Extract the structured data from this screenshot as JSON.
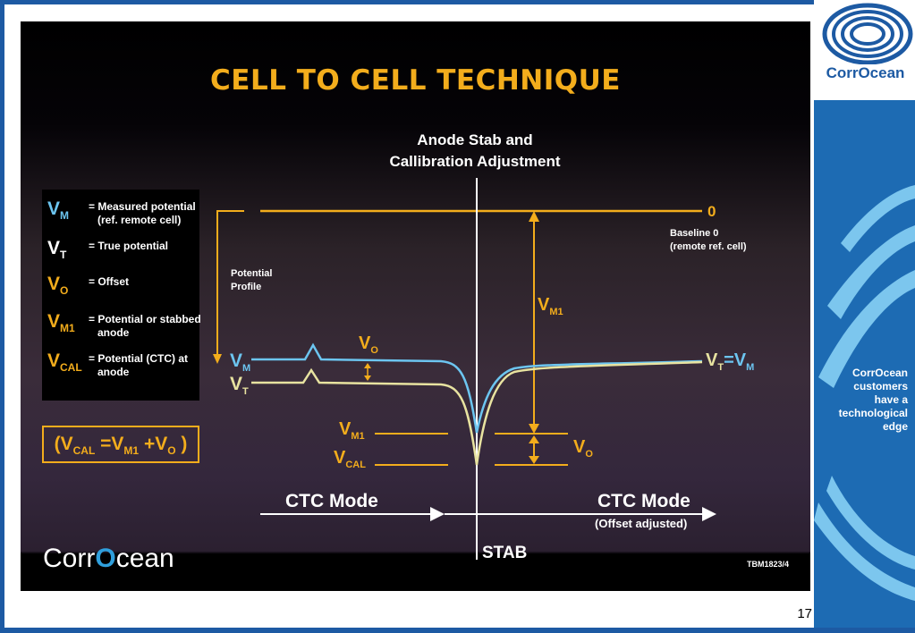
{
  "slide": {
    "title": "CELL TO CELL TECHNIQUE",
    "legend": [
      {
        "sym": "V",
        "sub": "M",
        "color": "#6cc5f0",
        "desc": "= Measured potential\n   (ref. remote cell)"
      },
      {
        "sym": "V",
        "sub": "T",
        "color": "#ffffff",
        "desc": "= True potential"
      },
      {
        "sym": "V",
        "sub": "O",
        "color": "#f3ad1c",
        "desc": "= Offset"
      },
      {
        "sym": "V",
        "sub": "M1",
        "color": "#f3ad1c",
        "desc": "= Potential or stabbed\n   anode"
      },
      {
        "sym": "V",
        "sub": "CAL",
        "color": "#f3ad1c",
        "desc": "= Potential (CTC) at\n   anode"
      }
    ],
    "formula": {
      "lhs": "V",
      "lhs_sub": "CAL",
      "eq": "=",
      "m": "V",
      "m_sub": "M1",
      "plus": "+",
      "o": "V",
      "o_sub": "O"
    },
    "diagram": {
      "header_line1": "Anode Stab and",
      "header_line2": "Callibration Adjustment",
      "zero_label": "0",
      "baseline_line1": "Baseline 0",
      "baseline_line2": "(remote ref. cell)",
      "profile_line1": "Potential",
      "profile_line2": "Profile",
      "vm_label": "V",
      "vm_sub": "M",
      "vt_label": "V",
      "vt_sub": "T",
      "vo_label": "V",
      "vo_sub": "O",
      "vm1_label": "V",
      "vm1_sub": "M1",
      "vcal_label": "V",
      "vcal_sub": "CAL",
      "right_vt": "V",
      "right_vt_sub": "T",
      "right_eq": "=",
      "right_vm": "V",
      "right_vm_sub": "M",
      "ctc_left": "CTC Mode",
      "ctc_right": "CTC Mode",
      "ctc_right_note": "(Offset adjusted)",
      "stab_label": "STAB"
    },
    "brand_prefix": "Corr",
    "brand_o": "O",
    "brand_suffix": "cean",
    "code": "TBM1823/4"
  },
  "sidebar": {
    "brand": "CorrOcean",
    "tagline": [
      "CorrOcean",
      "customers",
      "have a",
      "technological",
      "edge"
    ]
  },
  "page_number": "17",
  "colors": {
    "accent": "#f3ad1c",
    "vm_curve": "#6cc5f0",
    "vt_curve": "#e8e3a0",
    "frame_blue": "#1d5aa3"
  }
}
